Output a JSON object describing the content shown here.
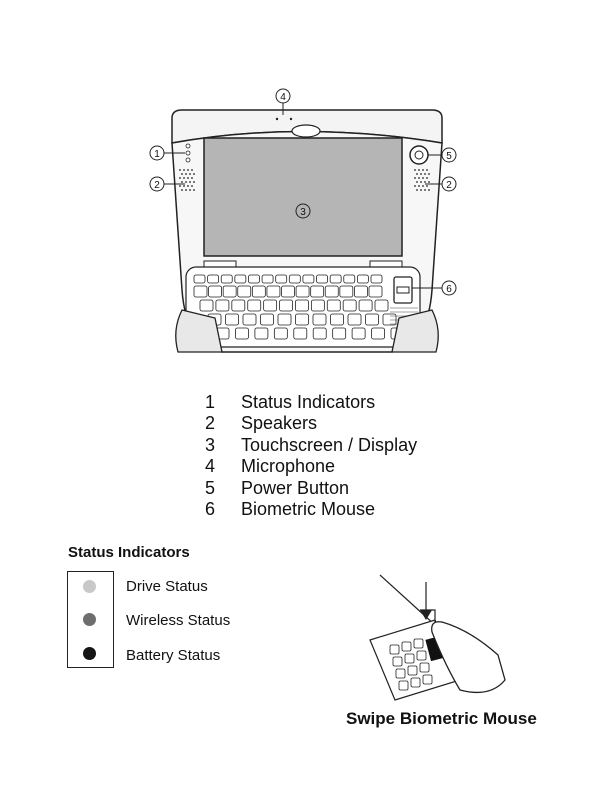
{
  "callouts": {
    "c1": "1",
    "c2_left": "2",
    "c2_right": "2",
    "c3": "3",
    "c4": "4",
    "c5": "5",
    "c6": "6"
  },
  "legend": [
    {
      "num": "1",
      "label": "Status Indicators"
    },
    {
      "num": "2",
      "label": "Speakers"
    },
    {
      "num": "3",
      "label": "Touchscreen / Display"
    },
    {
      "num": "4",
      "label": "Microphone"
    },
    {
      "num": "5",
      "label": "Power Button"
    },
    {
      "num": "6",
      "label": "Biometric Mouse"
    }
  ],
  "status_section": {
    "title": "Status Indicators",
    "items": [
      {
        "label": "Drive Status",
        "color": "#c8c8c8"
      },
      {
        "label": "Wireless Status",
        "color": "#6e6e6e"
      },
      {
        "label": "Battery Status",
        "color": "#151515"
      }
    ]
  },
  "swipe_caption": "Swipe Biometric Mouse"
}
